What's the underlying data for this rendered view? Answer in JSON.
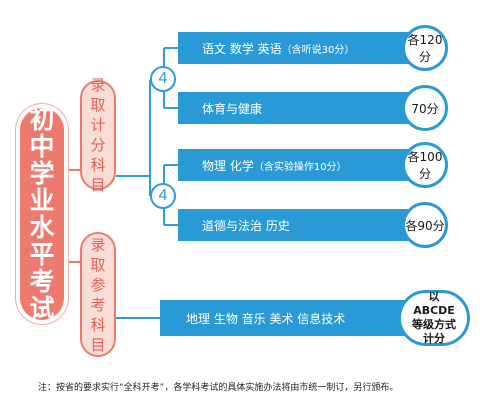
{
  "main_title": "初中学业水平考试",
  "category_recorded": "录取计分科目",
  "category_reference": "录取参考科目",
  "group_counts": [
    "4",
    "4"
  ],
  "subjects": [
    {
      "label": "语文 数学 英语",
      "sub": "（含听说30分）",
      "score": "各120分"
    },
    {
      "label": "体育与健康",
      "sub": "",
      "score": "70分"
    },
    {
      "label": "物理 化学",
      "sub": "（含实验操作10分）",
      "score": "各100分"
    },
    {
      "label": "道德与法治 历史",
      "sub": "",
      "score": "各90分"
    }
  ],
  "reference": {
    "label": "地理 生物 音乐 美术 信息技术",
    "score": "以ABCDE等级方式计分"
  },
  "note": "注：按省的要求实行“全科开考”，各学科考试的具体实施办法将由市统一制订，另行颁布。",
  "colors": {
    "accent_red": "#ee7a6e",
    "accent_blue": "#2a9ad6",
    "pink_fill": "#f8dcd6"
  }
}
